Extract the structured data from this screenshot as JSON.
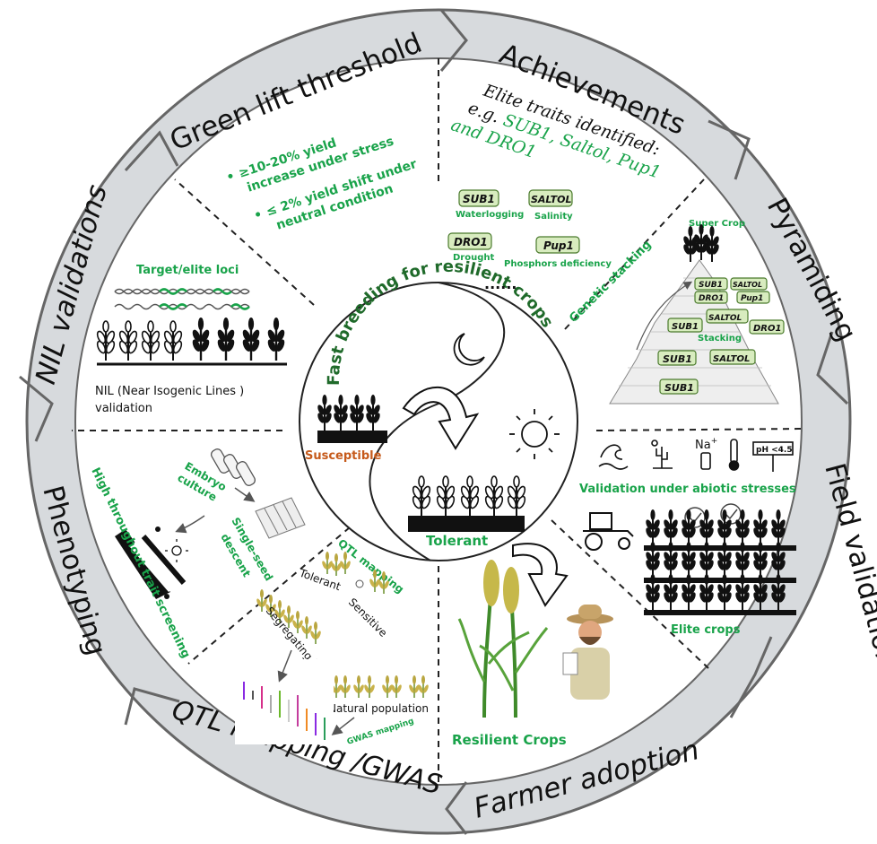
{
  "ring": {
    "green_lift": "Green lift threshold",
    "achievements": "Achievements",
    "pyramiding": "Pyramiding",
    "field_validation": "Field validation",
    "farmer_adoption": "Farmer adoption",
    "qtl_gwas": "QTL mapping /GWAS",
    "phenotyping": "Phenotyping",
    "nil_validations": "NIL validations"
  },
  "center": {
    "title": "Fast breeding for resilient crops",
    "susceptible": "Susceptible",
    "tolerant": "Tolerant"
  },
  "green_lift": {
    "bullet1": "≥10-20% yield",
    "bullet1b": "increase under stress",
    "bullet2": "≤  2% yield shift under",
    "bullet2b": "neutral condition"
  },
  "achievements": {
    "line1": "Elite traits identified:",
    "line2_prefix": "e.g. ",
    "line2_genes": "SUB1, Saltol, Pup1",
    "line3": "and DRO1",
    "genes": [
      {
        "name": "SUB1",
        "trait": "Waterlogging"
      },
      {
        "name": "SALTOL",
        "trait": "Salinity"
      },
      {
        "name": "DRO1",
        "trait": "Drought"
      },
      {
        "name": "Pup1",
        "trait": "Phosphors deficiency"
      }
    ],
    "ellipsis": "......"
  },
  "pyramiding": {
    "super_crop": "Super Crop",
    "genetic_stacking": "Genetic stacking",
    "stacking": "Stacking",
    "blocks": [
      "SUB1",
      "SALTOL",
      "DRO1",
      "Pup1",
      "SUB1",
      "SALTOL",
      "DRO1",
      "SUB1",
      "SALTOL",
      "SUB1"
    ]
  },
  "field": {
    "validation_label": "Validation under abiotic stresses",
    "na": "Na",
    "na_sup": "+",
    "ph": "pH <4.5",
    "elite_crops": "Elite crops"
  },
  "farmer": {
    "resilient_crops": "Resilient Crops"
  },
  "qtl": {
    "qtl_mapping": "QTL mapping",
    "tolerant": "Tolerant",
    "sensitive": "Sensitive",
    "segregating": "Segregating lines",
    "natural_population": "Natural population",
    "gwas_mapping": "GWAS mapping"
  },
  "phenotyping": {
    "embryo1": "Embryo",
    "embryo2": "culture",
    "single1": "Single-seed",
    "single2": "descent",
    "screening": "High throughout trait screening"
  },
  "nil": {
    "target": "Target/elite loci",
    "nil1": "NIL (Near Isogenic Lines )",
    "nil2": "validation"
  },
  "colors": {
    "ring_fill": "#d7dadd",
    "accent_green": "#19a34a",
    "dark_green": "#1f6a2a",
    "susceptible_orange": "#c65a1b"
  }
}
